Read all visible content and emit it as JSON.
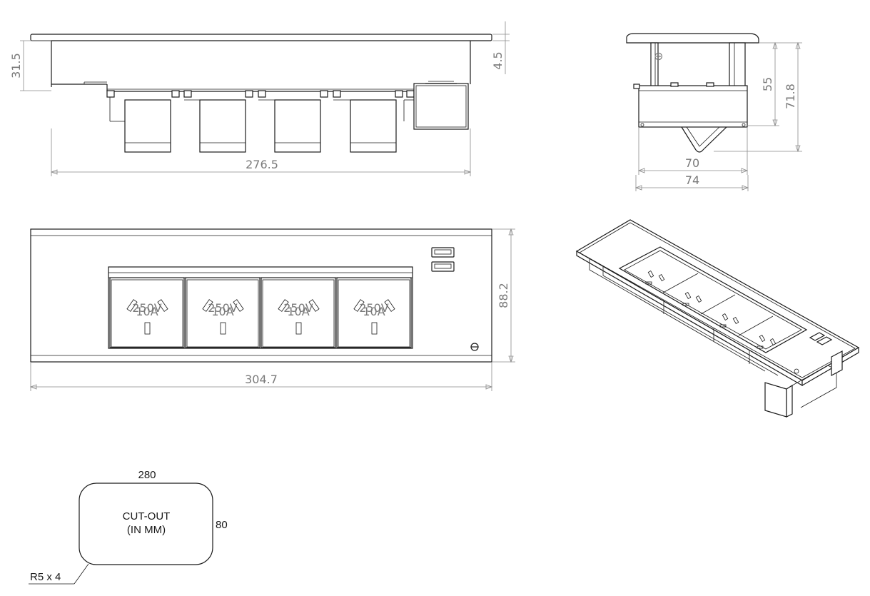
{
  "dimensions": {
    "front_height": "31.5",
    "front_plate": "4.5",
    "front_width": "276.5",
    "side_inner_height": "55",
    "side_total_height": "71.8",
    "side_inner_width": "70",
    "side_outer_width": "74",
    "top_height": "88.2",
    "top_width": "304.7"
  },
  "cutout": {
    "width": "280",
    "height": "80",
    "label_line1": "CUT-OUT",
    "label_line2": "(IN MM)",
    "radius": "R5 x 4"
  },
  "socket": {
    "rating_line1": "250V",
    "rating_line2": "10A"
  },
  "colors": {
    "line": "#1a1a1a",
    "dimension": "#8a8a8a"
  }
}
